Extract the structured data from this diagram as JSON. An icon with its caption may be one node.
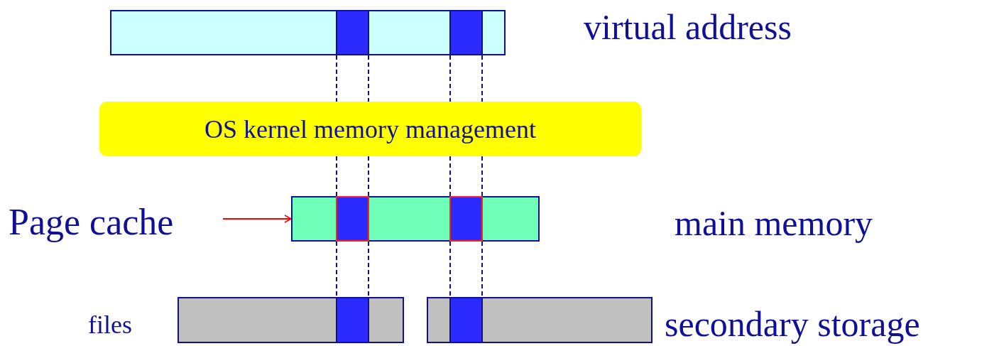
{
  "diagram": {
    "nodes": [
      {
        "text": [],
        "shape": "bar"
      },
      {
        "text": [],
        "shape": "box",
        "in": 0
      },
      {
        "text": [],
        "shape": "box",
        "in": 0
      },
      {
        "text": [
          "OS kernel memory management"
        ]
      },
      {
        "text": [],
        "shape": "bar"
      },
      {
        "text": [],
        "shape": "box",
        "in": 4
      },
      {
        "text": [],
        "shape": "box",
        "in": 4
      },
      {
        "text": [
          "Page cache"
        ]
      },
      {
        "text": [],
        "shape": "bar"
      },
      {
        "text": [],
        "shape": "bar"
      },
      {
        "text": [],
        "shape": "box",
        "in": 8
      },
      {
        "text": [],
        "shape": "box",
        "in": 9
      }
    ],
    "edges": [
      {
        "from": 1,
        "to": 3,
        "arrow": "none",
        "style": "dashed"
      },
      {
        "from": 3,
        "to": 5,
        "arrow": "none",
        "style": "dashed"
      },
      {
        "from": 5,
        "to": 10,
        "arrow": "none",
        "style": "dashed"
      },
      {
        "from": 2,
        "to": 3,
        "arrow": "none",
        "style": "dashed"
      },
      {
        "from": 3,
        "to": 6,
        "arrow": "none",
        "style": "dashed"
      },
      {
        "from": 6,
        "to": 11,
        "arrow": "none",
        "style": "dashed"
      },
      {
        "from": 7,
        "to": 4,
        "arrow": "to",
        "color": "#ff0000"
      }
    ],
    "labels": [
      "virtual address",
      "main memory",
      "files",
      "secondary storage"
    ]
  }
}
